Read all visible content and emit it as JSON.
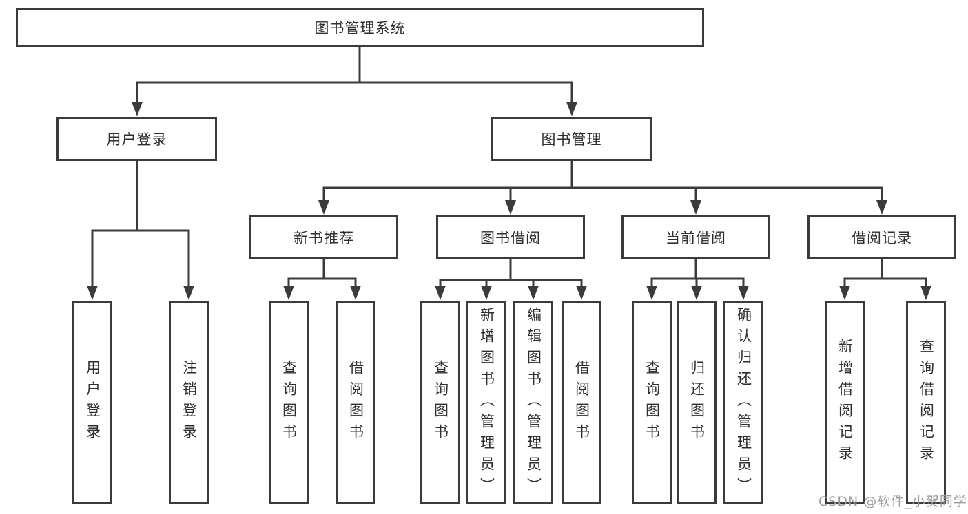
{
  "nodes": {
    "root": {
      "label": "图书管理系统"
    },
    "branches": [
      {
        "label": "用户登录"
      },
      {
        "label": "图书管理"
      }
    ],
    "modules": [
      {
        "label": "新书推荐"
      },
      {
        "label": "图书借阅"
      },
      {
        "label": "当前借阅"
      },
      {
        "label": "借阅记录"
      }
    ],
    "leaves": {
      "login": [
        "用户登录",
        "注销登录"
      ],
      "newbook": [
        "查询图书",
        "借阅图书"
      ],
      "borrow": [
        "查询图书",
        "新增图书（管理员）",
        "编辑图书（管理员）",
        "借阅图书"
      ],
      "current": [
        "查询图书",
        "归还图书",
        "确认归还（管理员）"
      ],
      "record": [
        "新增借阅记录",
        "查询借阅记录"
      ]
    }
  },
  "watermark": {
    "text": "CSDN @软件_小贺同学"
  },
  "colors": {
    "line": "#3b3b3b",
    "text": "#2f2f2f",
    "watermark": "#9c9c9c",
    "background": "#ffffff"
  }
}
